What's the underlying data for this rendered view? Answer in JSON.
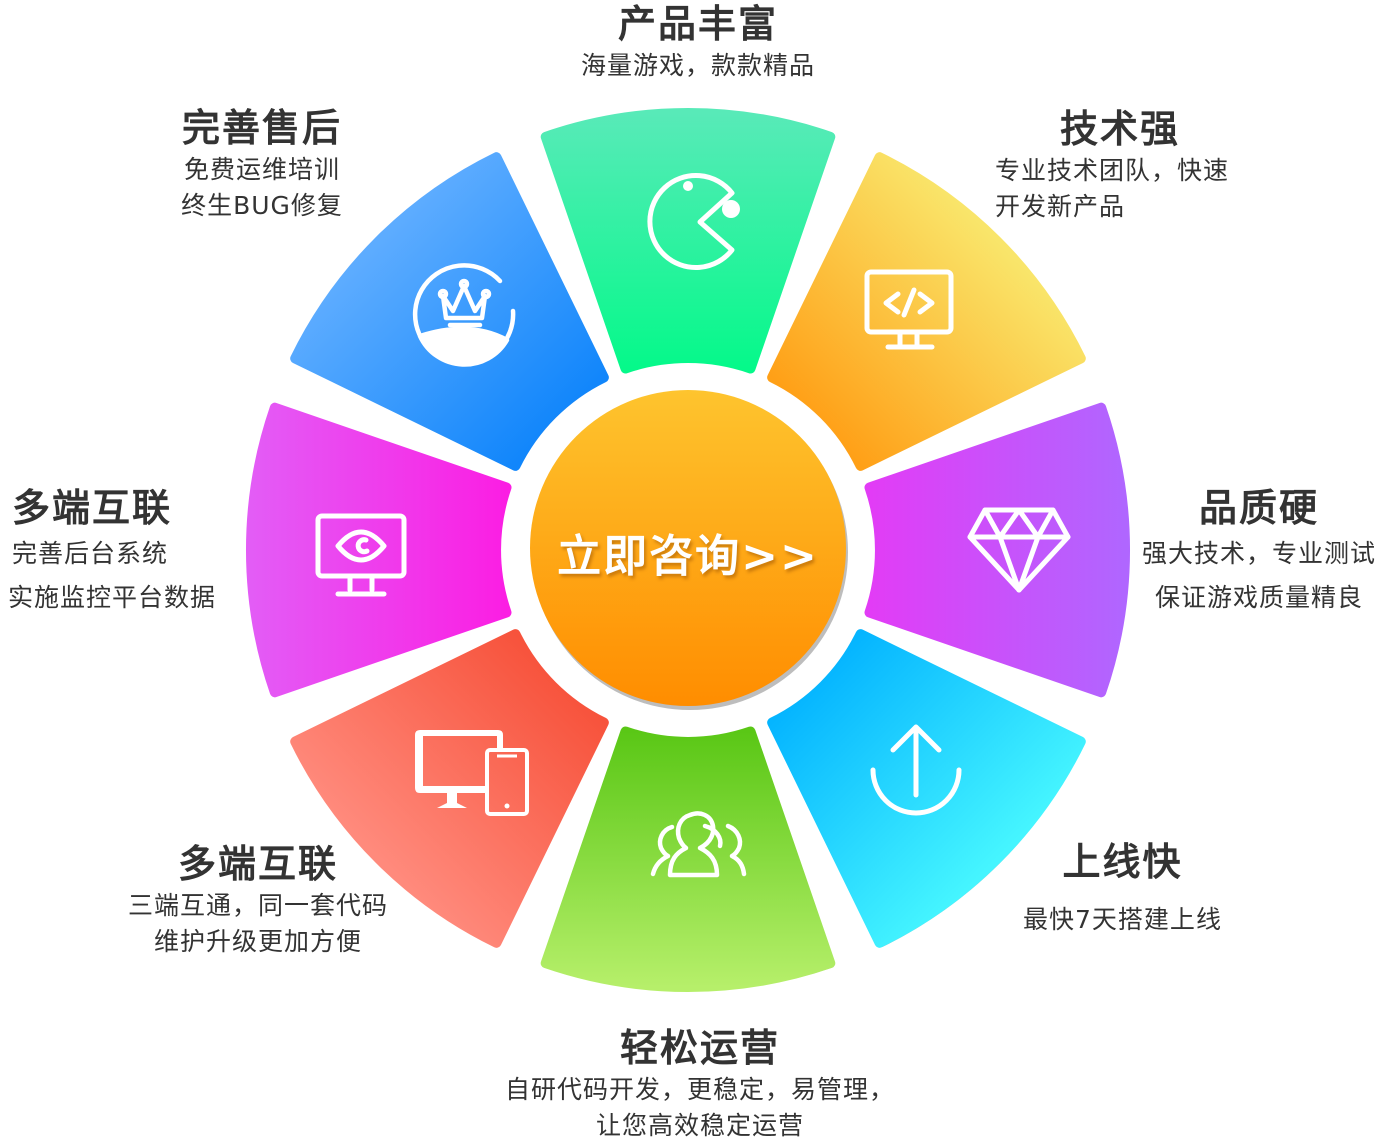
{
  "center_button": {
    "label": "立即咨询>>",
    "gradient": [
      "#fec42e",
      "#ff8d00"
    ]
  },
  "segments": [
    {
      "id": "product-rich",
      "title": "产品丰富",
      "lines": [
        "海量游戏，款款精品"
      ],
      "icon": "pacman-icon",
      "gradient": [
        "#58eab8",
        "#05f98a"
      ]
    },
    {
      "id": "strong-tech",
      "title": "技术强",
      "lines": [
        "专业技术团队，快速",
        "开发新产品"
      ],
      "icon": "code-monitor-icon",
      "gradient": [
        "#f9e56a",
        "#ffa017"
      ]
    },
    {
      "id": "hard-quality",
      "title": "品质硬",
      "lines": [
        "强大技术，专业测试",
        "保证游戏质量精良"
      ],
      "icon": "diamond-icon",
      "gradient": [
        "#b066ff",
        "#e23cf6"
      ]
    },
    {
      "id": "fast-launch",
      "title": "上线快",
      "lines": [
        "最快7天搭建上线"
      ],
      "icon": "upload-icon",
      "gradient": [
        "#45f5ff",
        "#05b5ff"
      ]
    },
    {
      "id": "easy-operation",
      "title": "轻松运营",
      "lines": [
        "自研代码开发，更稳定，易管理，",
        "让您高效稳定运营"
      ],
      "icon": "users-icon",
      "gradient": [
        "#b6ef6a",
        "#5ac716"
      ]
    },
    {
      "id": "multi-terminal-1",
      "title": "多端互联",
      "lines": [
        "三端互通，同一套代码",
        "维护升级更加方便"
      ],
      "icon": "devices-icon",
      "gradient": [
        "#ff8a7c",
        "#f7533c"
      ]
    },
    {
      "id": "multi-terminal-2",
      "title": "多端互联",
      "lines": [
        "完善后台系统",
        "实施监控平台数据"
      ],
      "icon": "monitor-eye-icon",
      "gradient": [
        "#e35cf6",
        "#fb1ee3"
      ]
    },
    {
      "id": "after-sales",
      "title": "完善售后",
      "lines": [
        "免费运维培训",
        "终生BUG修复"
      ],
      "icon": "crown-icon",
      "gradient": [
        "#5dacff",
        "#1186fb"
      ]
    }
  ]
}
